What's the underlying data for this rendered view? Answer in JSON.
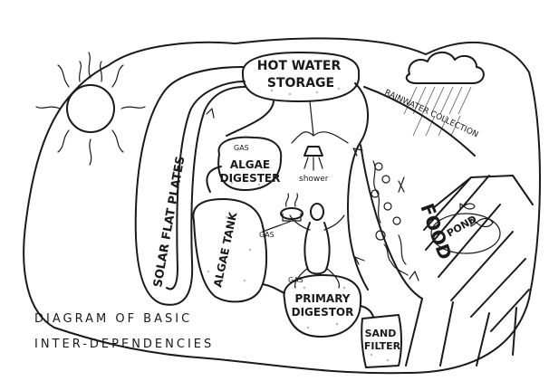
{
  "diagram": {
    "title_line1": "DIAGRAM OF BASIC",
    "title_line2": "INTER-DEPENDENCIES",
    "labels": {
      "hot_water_line1": "HOT WATER",
      "hot_water_line2": "STORAGE",
      "solar_plates": "SOLAR FLAT PLATES",
      "algae_digester_line1": "ALGAE",
      "algae_digester_line2": "DIGESTER",
      "algae_tank": "ALGAE TANK",
      "primary_digestor_line1": "PRIMARY",
      "primary_digestor_line2": "DIGESTOR",
      "sand_filter_line1": "SAND",
      "sand_filter_line2": "FILTER",
      "rainwater": "RAINWATER COLLECTION",
      "food": "FOOD",
      "pond": "POND",
      "shower": "shower",
      "gas_top": "GAS",
      "gas_middle": "GAS",
      "gas_bottom": "GAS"
    },
    "icons": {
      "sun": "sun-icon",
      "cloud": "rain-cloud-icon",
      "person": "person-icon",
      "stove": "stove-icon",
      "shower": "shower-icon",
      "fish": "fish-icon",
      "plants": "plants-icon"
    }
  }
}
